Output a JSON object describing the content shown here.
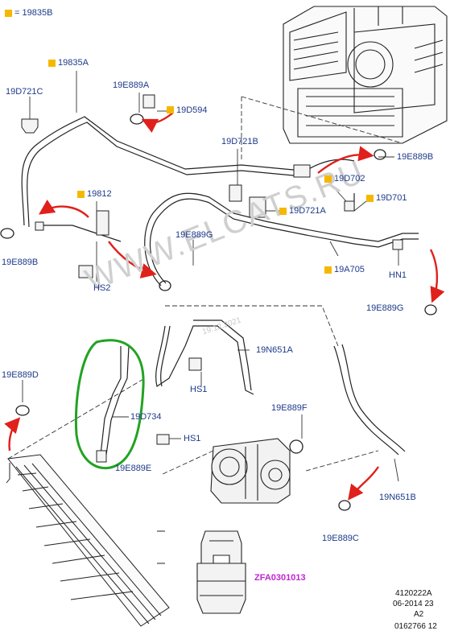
{
  "legend": {
    "text": "= 19835B",
    "color": "#f5b800"
  },
  "labels": {
    "l19835A": "19835A",
    "l19D721C": "19D721C",
    "l19E889A": "19E889A",
    "l19D594": "19D594",
    "l19D721B": "19D721B",
    "l19E889B_top": "19E889B",
    "l19D702": "19D702",
    "l19D701": "19D701",
    "l19812": "19812",
    "l19D721A": "19D721A",
    "l19E889G_mid": "19E889G",
    "l19E889B_left": "19E889B",
    "lHS2": "HS2",
    "l19A705": "19A705",
    "lHN1": "HN1",
    "l19E889G_right": "19E889G",
    "l19N651A": "19N651A",
    "l19E889D": "19E889D",
    "lHS1_a": "HS1",
    "l19D734": "19D734",
    "lHS1_b": "HS1",
    "l19E889F": "19E889F",
    "l19E889E": "19E889E",
    "l19N651B": "19N651B",
    "l19E889C": "19E889C",
    "lZFA": "ZFA0301013"
  },
  "watermark": {
    "main": "WWW.ELCATS.RU",
    "date": "19.12.2021"
  },
  "footer": {
    "ref": "4120222A",
    "date": "06-2014 23",
    "sheet": "A2",
    "num": "0162766 12"
  },
  "colors": {
    "label": "#1e3a8a",
    "arrow": "#e0201b",
    "highlight": "#22a322",
    "part_code": "#c026d3",
    "marker": "#f5b800"
  }
}
